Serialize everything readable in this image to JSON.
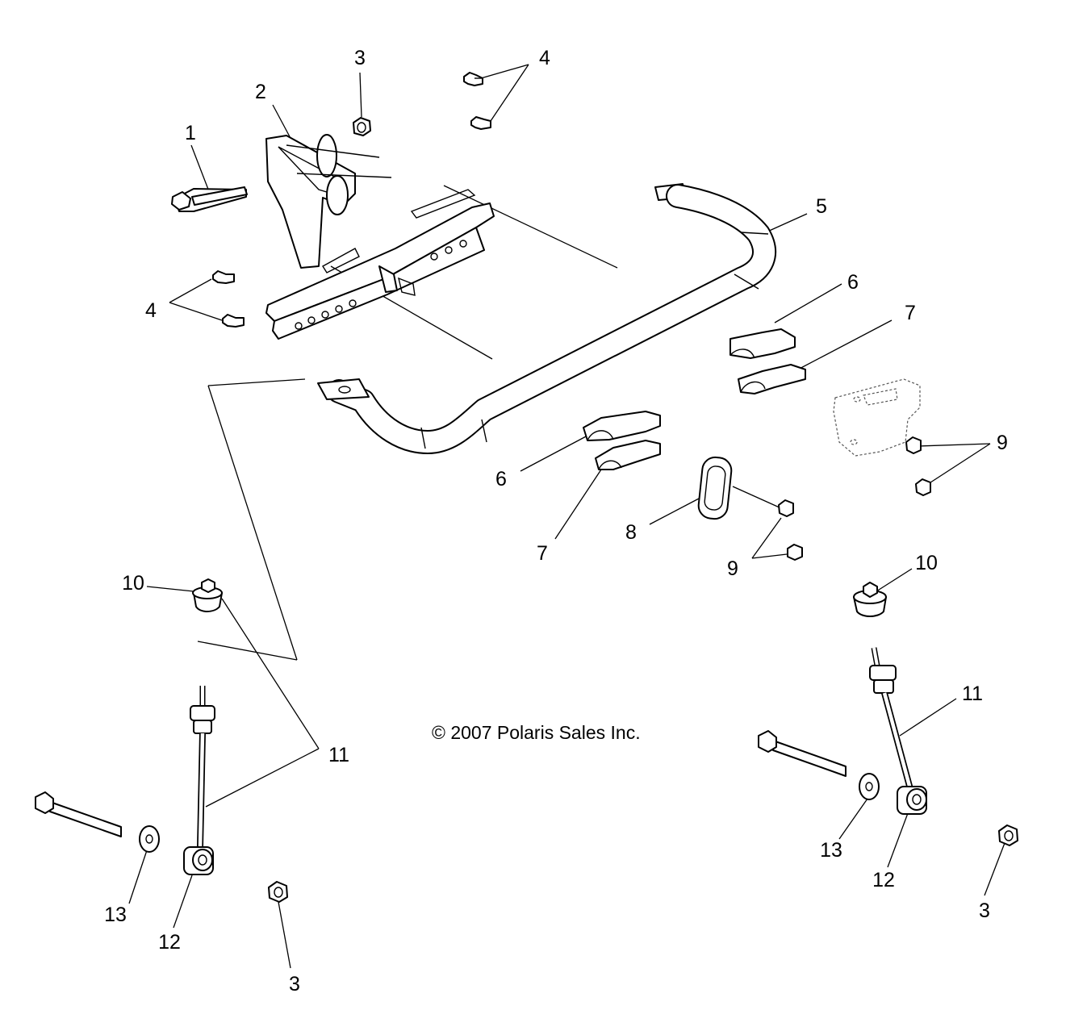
{
  "copyright": "© 2007 Polaris Sales Inc.",
  "callouts": [
    {
      "id": "c1",
      "label": "1"
    },
    {
      "id": "c2",
      "label": "2"
    },
    {
      "id": "c3a",
      "label": "3"
    },
    {
      "id": "c3b",
      "label": "3"
    },
    {
      "id": "c3c",
      "label": "3"
    },
    {
      "id": "c4a",
      "label": "4"
    },
    {
      "id": "c4b",
      "label": "4"
    },
    {
      "id": "c5",
      "label": "5"
    },
    {
      "id": "c6a",
      "label": "6"
    },
    {
      "id": "c6b",
      "label": "6"
    },
    {
      "id": "c7a",
      "label": "7"
    },
    {
      "id": "c7b",
      "label": "7"
    },
    {
      "id": "c8",
      "label": "8"
    },
    {
      "id": "c9a",
      "label": "9"
    },
    {
      "id": "c9b",
      "label": "9"
    },
    {
      "id": "c10a",
      "label": "10"
    },
    {
      "id": "c10b",
      "label": "10"
    },
    {
      "id": "c11a",
      "label": "11"
    },
    {
      "id": "c11b",
      "label": "11"
    },
    {
      "id": "c12a",
      "label": "12"
    },
    {
      "id": "c12b",
      "label": "12"
    },
    {
      "id": "c13a",
      "label": "13"
    },
    {
      "id": "c13b",
      "label": "13"
    }
  ]
}
